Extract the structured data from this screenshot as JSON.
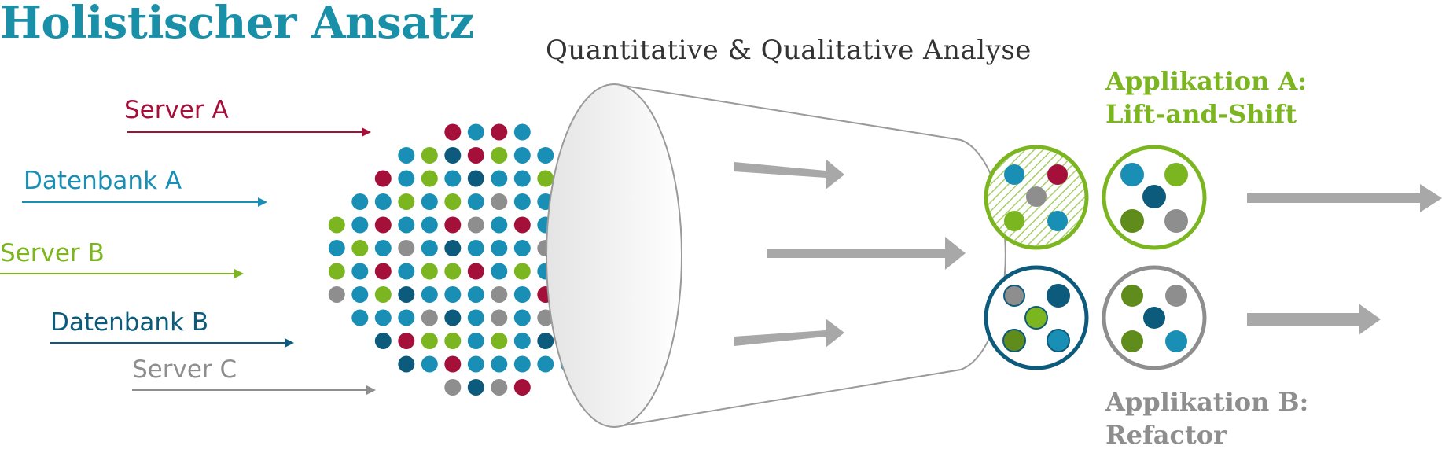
{
  "title": "Holistischer Ansatz",
  "subtitle": "Quantitative &  Qualitative Analyse",
  "colors": {
    "server_a": "#a4103a",
    "datenbank_a": "#1a8fb5",
    "server_b": "#7bb51f",
    "datenbank_b": "#0d5b7c",
    "server_c": "#8e8e8e",
    "arrow": "#a8a8a8",
    "funnel": "#9a9a9a",
    "title": "#1a8fa8"
  },
  "sources": [
    {
      "id": "server-a",
      "label": "Server A",
      "color": "#a4103a"
    },
    {
      "id": "datenbank-a",
      "label": "Datenbank A",
      "color": "#1a8fb5"
    },
    {
      "id": "server-b",
      "label": "Server B",
      "color": "#7bb51f"
    },
    {
      "id": "datenbank-b",
      "label": "Datenbank B",
      "color": "#0d5b7c"
    },
    {
      "id": "server-c",
      "label": "Server C",
      "color": "#8e8e8e"
    }
  ],
  "applications": [
    {
      "id": "app-a",
      "line1": "Applikation A:",
      "line2": "Lift-and-Shift",
      "color": "#7bb51f"
    },
    {
      "id": "app-b",
      "line1": "Applikation B:",
      "line2": "Refactor",
      "color": "#8e8e8e"
    }
  ],
  "dot_grid": {
    "rows": [
      "rbrb",
      "bgdrgbbb",
      "rbgbdbbgrd",
      "bbgbgbcbbcbb",
      "gbrbbrcbrbdbgb",
      "bgbcbdbbbcrrbb",
      "gbrbggrbgbbdcr",
      "cbgdbbbcbrbgbb",
      "bbbcdbcbcbcc",
      "drggbgbdbr",
      "dbrbbbbb",
      "cdcr"
    ],
    "legend": {
      "r": "server_a",
      "b": "datenbank_a",
      "g": "server_b",
      "d": "datenbank_b",
      "c": "server_c"
    }
  }
}
